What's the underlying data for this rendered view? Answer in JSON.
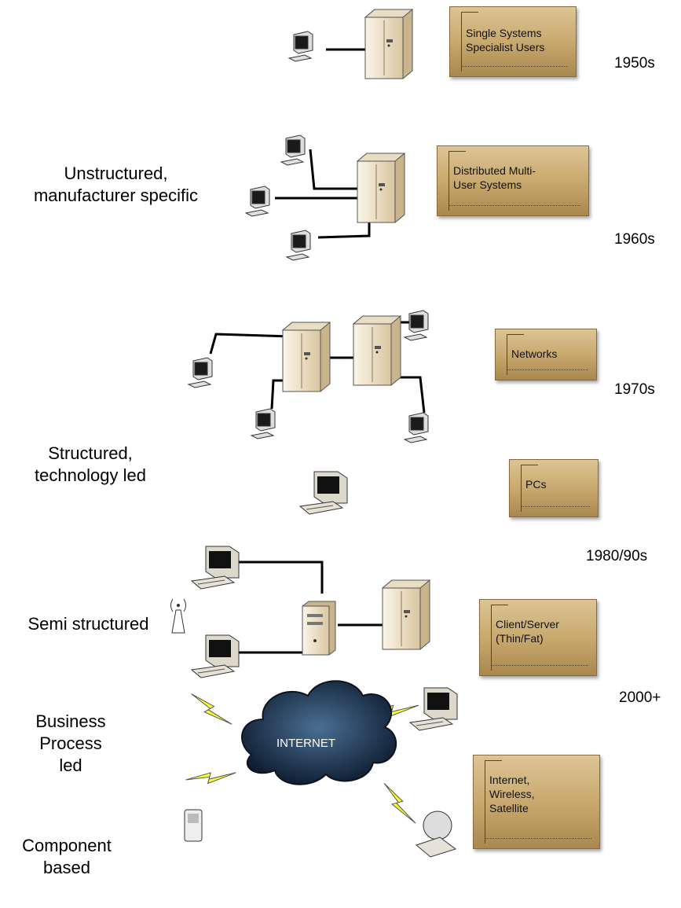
{
  "eras": [
    "1950s",
    "1960s",
    "1970s",
    "1980/90s",
    "2000+"
  ],
  "categories": [
    "Unstructured,\nmanufacturer specific",
    "Structured,\ntechnology led",
    "Semi structured",
    "Business\nProcess\nled",
    "Component\nbased"
  ],
  "boxes": [
    "Single Systems\nSpecialist Users",
    "Distributed Multi-\nUser Systems",
    "Networks",
    "PCs",
    "Client/Server\n(Thin/Fat)",
    "Internet,\nWireless,\nSatellite"
  ],
  "cloud_label": "INTERNET",
  "colors": {
    "box": "#c9a96e",
    "cloud": "#1c3452",
    "lightning": "#ffff33",
    "server": "#eee0c4"
  }
}
